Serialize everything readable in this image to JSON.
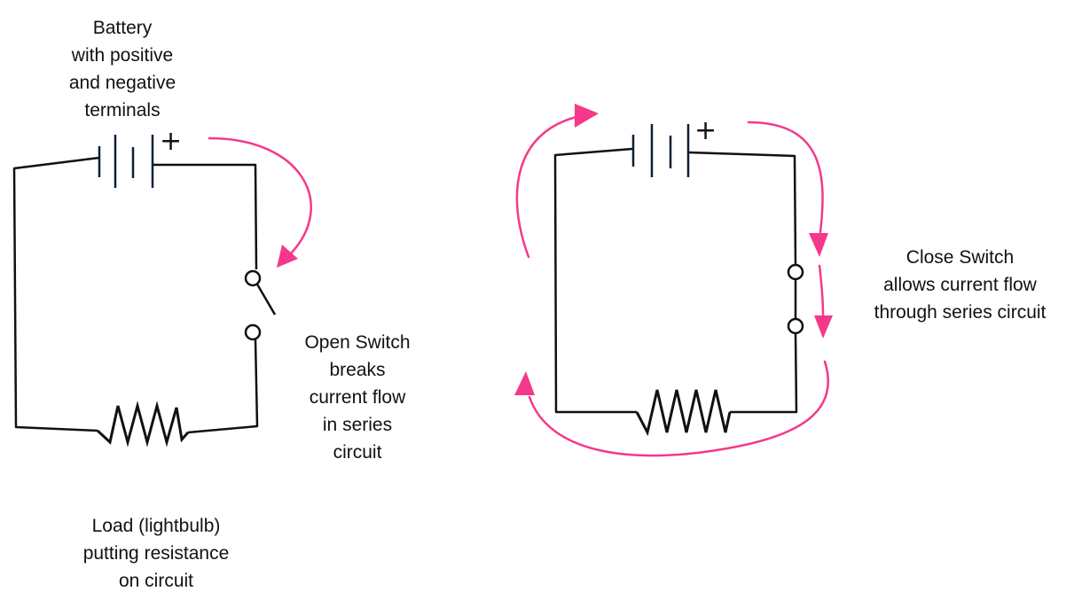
{
  "colors": {
    "current_arrow": "#f5388a",
    "wire": "#111111",
    "battery_plate": "#0d1f33"
  },
  "left_circuit": {
    "battery_label": [
      "Battery",
      "with positive",
      "and negative",
      "terminals"
    ],
    "positive_sign": "+",
    "switch_state": "open",
    "switch_label": [
      "Open Switch",
      "breaks",
      "current flow",
      "in series",
      "circuit"
    ],
    "load_label": [
      "Load (lightbulb)",
      "putting resistance",
      "on circuit"
    ]
  },
  "right_circuit": {
    "positive_sign": "+",
    "switch_state": "closed",
    "switch_label": [
      "Close Switch",
      "allows current flow",
      "through series circuit"
    ]
  }
}
